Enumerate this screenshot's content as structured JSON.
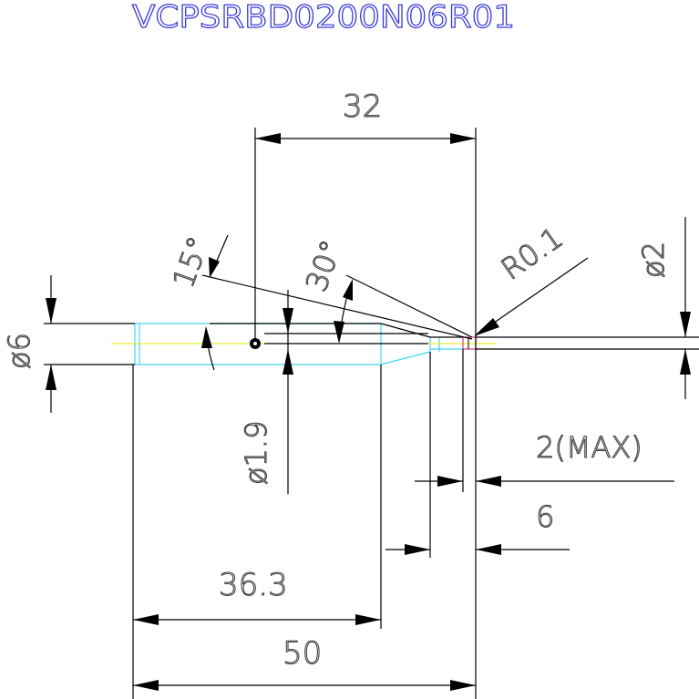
{
  "drawing": {
    "part_number": "VCPSRBD0200N06R01",
    "dimensions": {
      "overall_length": "50",
      "body_length": "36.3",
      "tip_length": "32",
      "neck_length": "6",
      "land_max": "2(MAX)",
      "shank_diameter": "ø6",
      "tip_diameter": "ø2",
      "neck_diameter": "ø1.9",
      "corner_radius": "R0.1",
      "angle_outer": "15°",
      "angle_inner": "30°"
    },
    "colors": {
      "outline": "#000000",
      "hidden_edges": "#3fd8f0",
      "centerline": "#e6e600",
      "title": "#3a3ad8",
      "text": "#444444"
    }
  }
}
